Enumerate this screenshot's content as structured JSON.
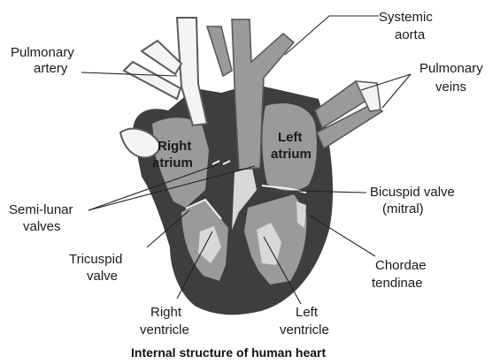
{
  "caption": "Internal structure of human heart",
  "labels": {
    "pulmonary_artery": [
      "Pulmonary",
      "artery"
    ],
    "systemic_aorta": [
      "Systemic",
      "aorta"
    ],
    "pulmonary_veins": [
      "Pulmonary",
      "veins"
    ],
    "right_atrium": [
      "Right",
      "atrium"
    ],
    "left_atrium": [
      "Left",
      "atrium"
    ],
    "semilunar_valves": [
      "Semi-lunar",
      "valves"
    ],
    "bicuspid_valve": [
      "Bicuspid valve",
      "(mitral)"
    ],
    "tricuspid_valve": [
      "Tricuspid",
      "valve"
    ],
    "chordae_tendinae": [
      "Chordae",
      "tendinae"
    ],
    "right_ventricle": [
      "Right",
      "ventricle"
    ],
    "left_ventricle": [
      "Left",
      "ventricle"
    ]
  },
  "colors": {
    "wall": "#3e3e3e",
    "chamber": "#9a9a9a",
    "vessel_fill": "#f4f4f4",
    "light_tissue": "#d8d8d8"
  }
}
